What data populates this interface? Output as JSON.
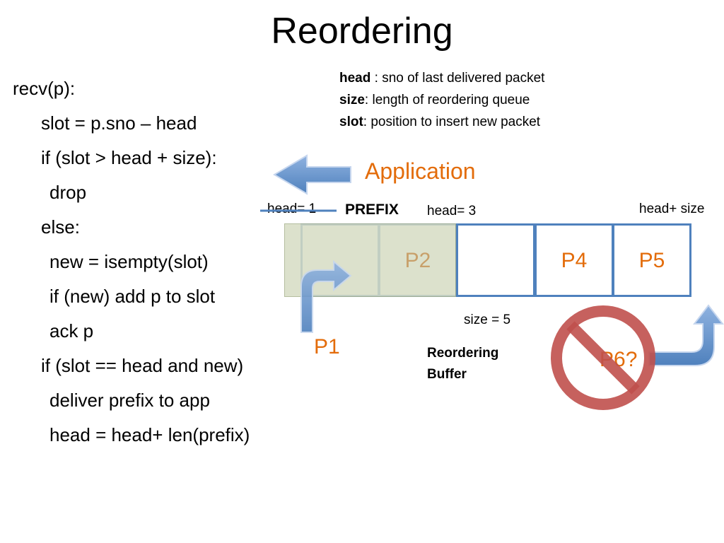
{
  "slide": {
    "title": "Reordering"
  },
  "code_lines": [
    "recv(p):",
    "slot = p.sno – head",
    "if (slot > head + size):",
    "drop",
    "else:",
    "new = isempty(slot)",
    "if (new) add p to slot",
    "ack p",
    "if (slot == head and new)",
    "deliver prefix to app",
    "head = head+ len(prefix)"
  ],
  "legend": [
    {
      "term": "head",
      "desc": " : sno of last delivered packet"
    },
    {
      "term": "size",
      "desc": ": length of reordering queue"
    },
    {
      "term": "slot",
      "desc": ": position to insert new packet"
    }
  ],
  "diagram": {
    "application_label": "Application",
    "head_minus_label": "head= 1",
    "prefix_label": "PREFIX",
    "head_label": "head= 3",
    "head_plus_size_label": "head+ size",
    "size_label": "size = 5",
    "buffer_label_line1": "Reordering",
    "buffer_label_line2": "Buffer",
    "slots": [
      "",
      "P2",
      "",
      "P4",
      "P5"
    ],
    "incoming_packet": "P1",
    "rejected_packet": "P6?",
    "colors": {
      "arrow_blue": "#4f81bd",
      "prefix_fill": "#d6dcc4",
      "orange": "#e36c0a",
      "no_sign_red": "#c0504d"
    },
    "icons": [
      "left-arrow-icon",
      "bent-arrow-icon",
      "no-entry-icon"
    ]
  }
}
